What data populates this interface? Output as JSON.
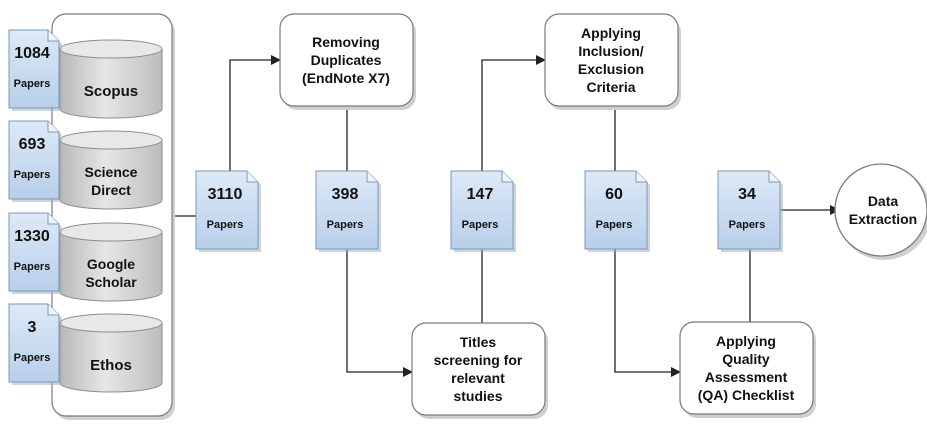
{
  "sources": [
    {
      "count": "1084",
      "unit": "Papers",
      "name_lines": [
        "Scopus"
      ]
    },
    {
      "count": "693",
      "unit": "Papers",
      "name_lines": [
        "Science",
        "Direct"
      ]
    },
    {
      "count": "1330",
      "unit": "Papers",
      "name_lines": [
        "Google",
        "Scholar"
      ]
    },
    {
      "count": "3",
      "unit": "Papers",
      "name_lines": [
        "Ethos"
      ]
    }
  ],
  "counts": [
    {
      "count": "3110",
      "unit": "Papers"
    },
    {
      "count": "398",
      "unit": "Papers"
    },
    {
      "count": "147",
      "unit": "Papers"
    },
    {
      "count": "60",
      "unit": "Papers"
    },
    {
      "count": "34",
      "unit": "Papers"
    }
  ],
  "steps": {
    "remove_duplicates": [
      "Removing",
      "Duplicates",
      "(EndNote X7)"
    ],
    "inclusion_exclusion": [
      "Applying",
      "Inclusion/",
      "Exclusion",
      "Criteria"
    ],
    "title_screening": [
      "Titles",
      "screening for",
      "relevant",
      "studies"
    ],
    "quality_assessment": [
      "Applying",
      "Quality",
      "Assessment",
      "(QA) Checklist"
    ]
  },
  "end_node": [
    "Data",
    "Extraction"
  ],
  "colors": {
    "doc_fill": "#c9dcf2",
    "doc_stroke": "#7f97b3",
    "cylinder_fill": "#d4d4d4",
    "cylinder_top": "#e8e8e8",
    "box_stroke": "#7a7a7a",
    "line": "#222222"
  }
}
